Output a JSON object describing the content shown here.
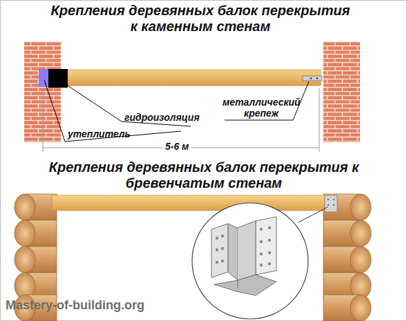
{
  "diagram": {
    "title": "Крепления деревянных балок перекрытия к каменным стенам",
    "labels": [
      "Крепления деревянных балок перекрытия к бревенчатым стенам",
      "гидроизоляция",
      "утеплитель",
      "металлический крепеж",
      "5-6 м",
      "Mastery-of-building.org"
    ]
  }
}
